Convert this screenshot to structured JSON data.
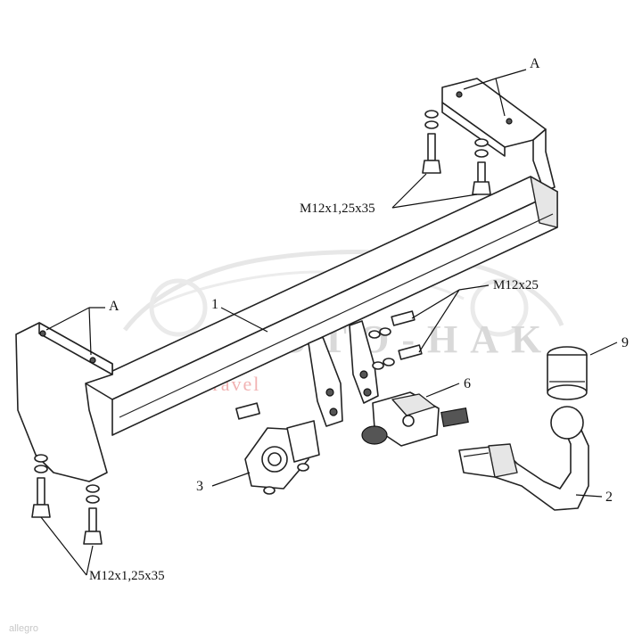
{
  "labels": {
    "A_top": "A",
    "A_left": "A",
    "part_1": "1",
    "part_2": "2",
    "part_3": "3",
    "part_6": "6",
    "part_9": "9",
    "bolt_top": "M12x1,25x35",
    "bolt_mid": "M12x25",
    "bolt_bottom": "M12x1,25x35"
  },
  "watermark": {
    "brand": "AUTO-HAK",
    "tagline": "pack and travel"
  },
  "footer": {
    "source": "allegro"
  }
}
